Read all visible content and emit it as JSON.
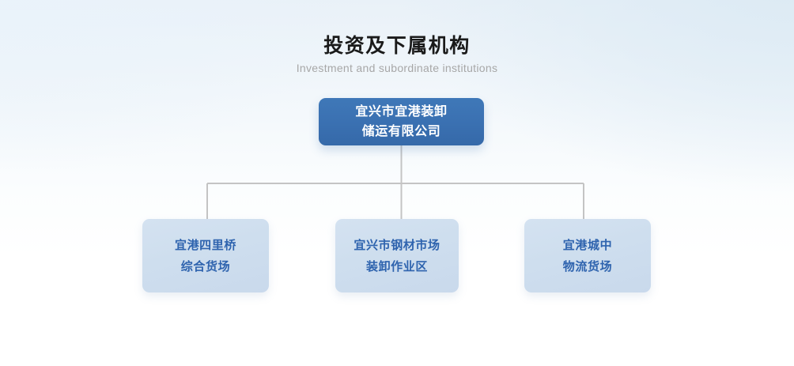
{
  "header": {
    "title_cn": "投资及下属机构",
    "title_en": "Investment and subordinate institutions"
  },
  "org_chart": {
    "root": {
      "lines": [
        "宜兴市宜港装卸",
        "储运有限公司"
      ],
      "bg_color": "#3a70b1",
      "text_color": "#ffffff"
    },
    "children": [
      {
        "lines": [
          "宜港四里桥",
          "综合货场"
        ],
        "bg_color": "#cedeee",
        "text_color": "#2e63ae"
      },
      {
        "lines": [
          "宜兴市钢材市场",
          "装卸作业区"
        ],
        "bg_color": "#cedeee",
        "text_color": "#2e63ae"
      },
      {
        "lines": [
          "宜港城中",
          "物流货场"
        ],
        "bg_color": "#cedeee",
        "text_color": "#2e63ae"
      }
    ],
    "connector_color": "#c4c4c4"
  }
}
